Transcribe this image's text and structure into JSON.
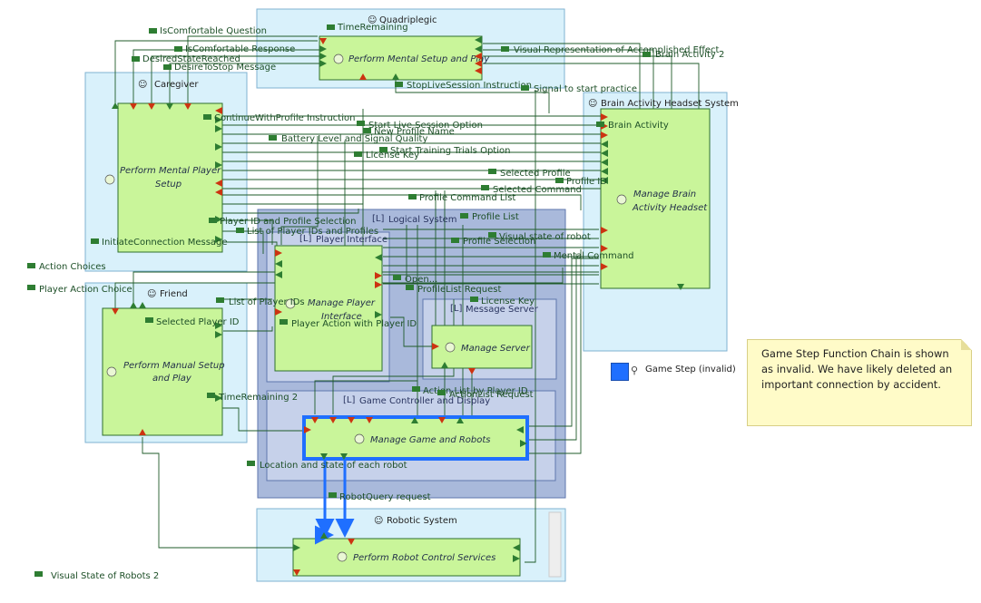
{
  "colors": {
    "system_fill": "#d9f1fb",
    "system_border": "#7fb2d2",
    "logical_fill": "#a9b9db",
    "logical_border": "#5e76ae",
    "component_fill": "#c6d1ea",
    "function_fill": "#c9f59a",
    "function_border": "#2e6f2e",
    "exchange_line": "#1f5b2a",
    "chain_highlight": "#1f6fff",
    "port_out": "#2e7d32",
    "port_in": "#cc3311"
  },
  "actors": [
    {
      "id": "quad",
      "name": "Quadriplegic"
    },
    {
      "id": "care",
      "name": "Caregiver"
    },
    {
      "id": "friend",
      "name": "Friend"
    },
    {
      "id": "brain",
      "name": "Brain Activity Headset System"
    },
    {
      "id": "robot",
      "name": "Robotic System"
    }
  ],
  "components": [
    {
      "id": "logical",
      "name": "Logical System"
    },
    {
      "id": "player_if",
      "name": "Player Interface"
    },
    {
      "id": "msg",
      "name": "Message Server"
    },
    {
      "id": "game",
      "name": "Game Controller and Display"
    }
  ],
  "functions": [
    {
      "id": "f_quad",
      "name": "Perform Mental Setup and Play"
    },
    {
      "id": "f_care",
      "name": "Perform Mental Player Setup"
    },
    {
      "id": "f_friend",
      "name": "Perform Manual Setup and Play"
    },
    {
      "id": "f_brain",
      "name": "Manage Brain Activity Headset"
    },
    {
      "id": "f_player",
      "name": "Manage Player Interface"
    },
    {
      "id": "f_server",
      "name": "Manage Server"
    },
    {
      "id": "f_game",
      "name": "Manage Game and Robots"
    },
    {
      "id": "f_robot",
      "name": "Perform Robot Control Services"
    }
  ],
  "exchanges": [
    {
      "name": "IsComfortable Question"
    },
    {
      "name": "IsComfortable Response"
    },
    {
      "name": "DesiredStateReached"
    },
    {
      "name": "DesireToStop Message"
    },
    {
      "name": "TimeRemaining"
    },
    {
      "name": "Visual Representation of Accomplished Effect"
    },
    {
      "name": "Brain Activity 2"
    },
    {
      "name": "StopLiveSession Instruction"
    },
    {
      "name": "Signal to start practice"
    },
    {
      "name": "Brain Activity"
    },
    {
      "name": "ContinueWithProfile Instruction"
    },
    {
      "name": "Start Live Session Option"
    },
    {
      "name": "New Profile Name"
    },
    {
      "name": "Battery Level and Signal Quality"
    },
    {
      "name": "Start Training Trials Option"
    },
    {
      "name": "License Key"
    },
    {
      "name": "Selected Profile"
    },
    {
      "name": "Profile ID"
    },
    {
      "name": "Selected Command"
    },
    {
      "name": "Profile Command List"
    },
    {
      "name": "Player ID and Profile Selection"
    },
    {
      "name": "Profile List"
    },
    {
      "name": "List of Player IDs and Profiles"
    },
    {
      "name": "Profile Selection"
    },
    {
      "name": "Visual state of robot"
    },
    {
      "name": "InitiateConnection Message"
    },
    {
      "name": "Mental Command"
    },
    {
      "name": "Action Choices"
    },
    {
      "name": "Player Action Choice"
    },
    {
      "name": "Open..."
    },
    {
      "name": "ProfileList Request"
    },
    {
      "name": "List of Player IDs"
    },
    {
      "name": "License Key"
    },
    {
      "name": "Selected Player ID"
    },
    {
      "name": "Player Action with Player ID"
    },
    {
      "name": "Action List by Player ID"
    },
    {
      "name": "ActionList Request"
    },
    {
      "name": "TimeRemaining 2"
    },
    {
      "name": "Location and state of each robot"
    },
    {
      "name": "RobotQuery request"
    },
    {
      "name": "Visual State of Robots 2"
    }
  ],
  "legend": {
    "label": "Game Step (invalid)"
  },
  "note": {
    "text": "Game Step Function Chain is shown as invalid. We have likely deleted an important connection by accident."
  }
}
